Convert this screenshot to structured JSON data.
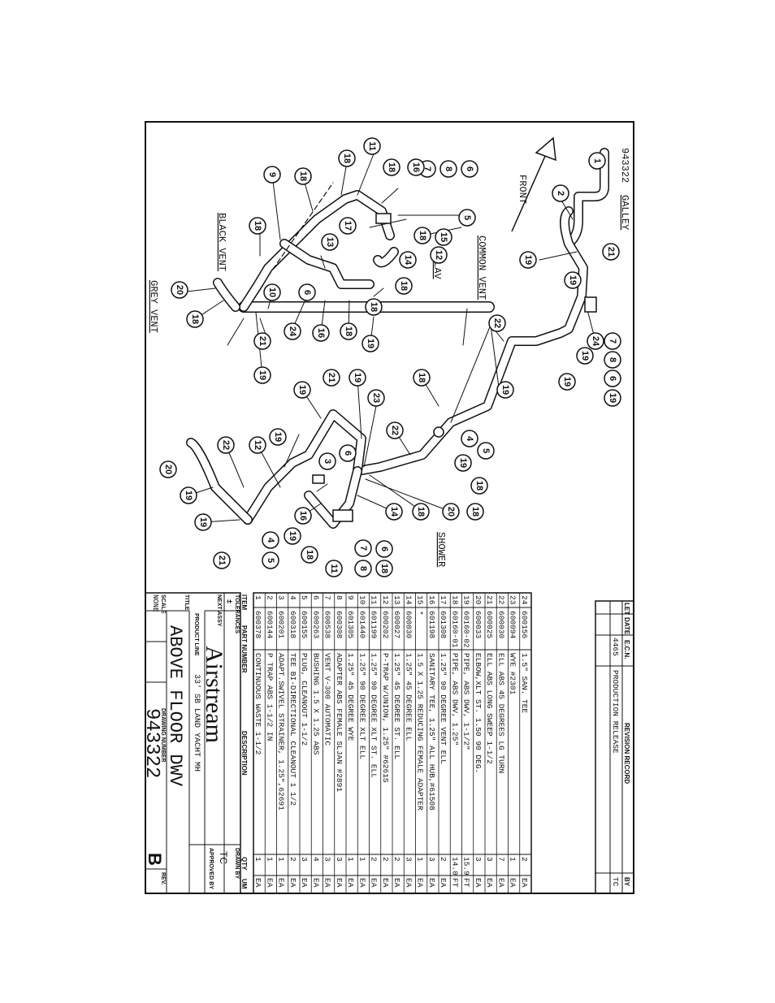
{
  "drawing": {
    "corner_id": "943322",
    "areas": {
      "galley": "GALLEY",
      "front": "FRONT",
      "common_vent": "COMMON VENT",
      "lav": "LAV",
      "black_vent": "BLACK VENT",
      "grey_vent": "GREY VENT",
      "shower": "SHOWER"
    },
    "balloons": [
      "1",
      "2",
      "19",
      "21",
      "19",
      "24",
      "7",
      "8",
      "6",
      "19",
      "19",
      "19",
      "22",
      "18",
      "19",
      "4",
      "5",
      "19",
      "23",
      "19",
      "21",
      "19",
      "22",
      "19",
      "3",
      "6",
      "12",
      "22",
      "20",
      "19",
      "19",
      "16",
      "4",
      "5",
      "19",
      "21",
      "18",
      "11",
      "7",
      "8",
      "6",
      "18",
      "18",
      "14",
      "20",
      "18",
      "18",
      "6",
      "8",
      "7",
      "16",
      "18",
      "11",
      "18",
      "18",
      "9",
      "5",
      "15",
      "18",
      "12",
      "14",
      "13",
      "18",
      "17",
      "6",
      "10",
      "18",
      "18",
      "18",
      "16",
      "24",
      "19",
      "21",
      "19",
      "20",
      "18"
    ]
  },
  "revision_record": {
    "title": "REVISION RECORD",
    "headers": [
      "LET",
      "DATE",
      "E.C.N.",
      "",
      "BY"
    ],
    "rows": [
      {
        "let": "",
        "date": "",
        "ecn": "4465",
        "desc": "PRODUCTION RELEASE",
        "by": "TC"
      },
      {
        "let": "",
        "date": "",
        "ecn": "",
        "desc": "",
        "by": ""
      },
      {
        "let": "",
        "date": "",
        "ecn": "",
        "desc": "",
        "by": ""
      }
    ]
  },
  "bom": {
    "headers": {
      "item": "ITEM",
      "part": "PART NUMBER",
      "desc": "DESCRIPTION",
      "qty": "QTY",
      "um": "UM"
    },
    "rows": [
      {
        "item": "24",
        "part": "600156",
        "desc": "1.5\" SAN. TEE",
        "qty": "2",
        "um": "EA"
      },
      {
        "item": "23",
        "part": "600094",
        "desc": "WYE #2301",
        "qty": "1",
        "um": "EA"
      },
      {
        "item": "22",
        "part": "600030",
        "desc": "ELL ABS 45 DEGREES LG TURN",
        "qty": "7",
        "um": "EA"
      },
      {
        "item": "21",
        "part": "600025",
        "desc": "ELL ABS LONG SWEEP 1-1/2",
        "qty": "3",
        "um": "EA"
      },
      {
        "item": "20",
        "part": "600033",
        "desc": "ELBOW,XLT ST. 1.50 90 DEG.",
        "qty": "3",
        "um": "EA"
      },
      {
        "item": "19",
        "part": "60160-02",
        "desc": "PIPE, ABS DWV, 1-1/2\"",
        "qty": "15.9",
        "um": "FT"
      },
      {
        "item": "18",
        "part": "60160-01",
        "desc": "PIPE, ABS DWV, 1.25\"",
        "qty": "14.0",
        "um": "FT"
      },
      {
        "item": "17",
        "part": "601308",
        "desc": "1.25\" 90 DEGREE VENT ELL",
        "qty": "2",
        "um": "EA"
      },
      {
        "item": "16",
        "part": "601198",
        "desc": "SANITARY TEE, 1.25\" ALL HUB,#61508",
        "qty": "3",
        "um": "EA"
      },
      {
        "item": "15",
        "part": "*",
        "desc": "1.5 X 1.25 REDUCING FEMALE ADAPTER",
        "qty": "1",
        "um": "EA"
      },
      {
        "item": "14",
        "part": "600030",
        "desc": "1.25\" 45 DEGREE ELL",
        "qty": "3",
        "um": "EA"
      },
      {
        "item": "13",
        "part": "600027",
        "desc": "1.25\" 45 DEGREE ST. ELL",
        "qty": "2",
        "um": "EA"
      },
      {
        "item": "12",
        "part": "600202",
        "desc": "P-TRAP W/UNION, 1.25\" #6261S",
        "qty": "2",
        "um": "EA"
      },
      {
        "item": "11",
        "part": "601199",
        "desc": "1.25\" 90 DEGREE XLT ST. ELL",
        "qty": "2",
        "um": "EA"
      },
      {
        "item": "10",
        "part": "601440",
        "desc": "1.25\" 90 DEGREE XLT ELL",
        "qty": "1",
        "um": "EA"
      },
      {
        "item": "9",
        "part": "601305",
        "desc": "1.25\" 45 DEGREE WYE",
        "qty": "1",
        "um": "EA"
      },
      {
        "item": "8",
        "part": "600308",
        "desc": "ADAPTER ABS FEMALE SLJAN #2891",
        "qty": "3",
        "um": "EA"
      },
      {
        "item": "7",
        "part": "600538",
        "desc": "VENT V-300 AUTOMATIC",
        "qty": "3",
        "um": "EA"
      },
      {
        "item": "6",
        "part": "600263",
        "desc": "BUSHING 1.5 X 1.25 ABS",
        "qty": "4",
        "um": "EA"
      },
      {
        "item": "5",
        "part": "600155",
        "desc": "PLUG, CLEANOUT 1-1/2",
        "qty": "3",
        "um": "EA"
      },
      {
        "item": "4",
        "part": "600318",
        "desc": "TEE BI-DIRECTIONAL CLEANOUT 1 1/2",
        "qty": "2",
        "um": "EA"
      },
      {
        "item": "3",
        "part": "600201",
        "desc": "ADAPT.SWIVEL STRAINER, 1.25\",62691",
        "qty": "1",
        "um": "EA"
      },
      {
        "item": "2",
        "part": "600144",
        "desc": "P TRAP ABS 1-1/2 IN",
        "qty": "1",
        "um": "EA"
      },
      {
        "item": "1",
        "part": "600378",
        "desc": "CONTINUOUS WASTE 1-1/2",
        "qty": "1",
        "um": "EA"
      }
    ]
  },
  "title_block": {
    "tolerances_label": "TOLERANCES",
    "tolerances_value": "±",
    "next_assy_label": "NEXT ASSY",
    "company": "Airstream",
    "product_line_label": "PRODUCT LINE",
    "product_line": "33' SB LAND YACHT MH",
    "drawn_by_label": "DRAWN BY",
    "drawn_by": "TC",
    "approved_by_label": "APPROVED BY",
    "title_label": "TITLE",
    "title": "ABOVE FLOOR DWV",
    "scale_label": "SCALE",
    "scale": "NONE",
    "drawing_number_label": "DRAWING NUMBER",
    "drawing_number": "943322",
    "rev_label": "REV.",
    "rev": "B"
  }
}
